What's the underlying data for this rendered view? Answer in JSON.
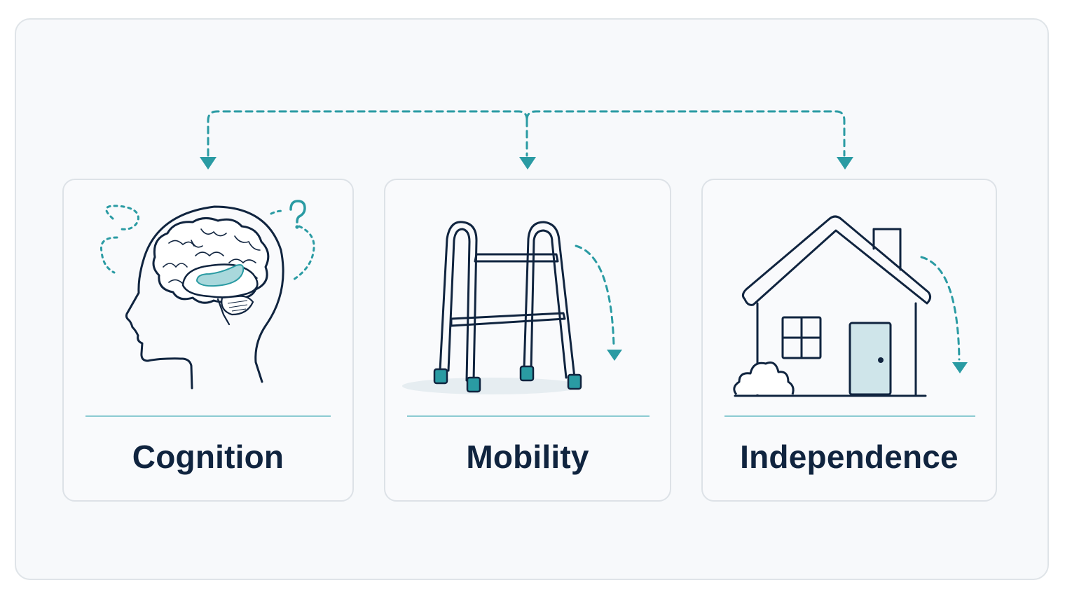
{
  "diagram": {
    "nodes": [
      {
        "id": "cognition",
        "label": "Cognition",
        "icon": "head-brain-icon"
      },
      {
        "id": "mobility",
        "label": "Mobility",
        "icon": "walker-icon"
      },
      {
        "id": "independence",
        "label": "Independence",
        "icon": "house-icon"
      }
    ],
    "connector": {
      "style": "dashed",
      "targets": [
        "cognition",
        "mobility",
        "independence"
      ]
    },
    "colors": {
      "accent": "#2a9ba3",
      "accent_fill": "#a9d8dc",
      "ink": "#10243f",
      "card_background": "#f9fafc",
      "card_border": "#dde2e7",
      "page_background": "#f7f9fb"
    }
  }
}
